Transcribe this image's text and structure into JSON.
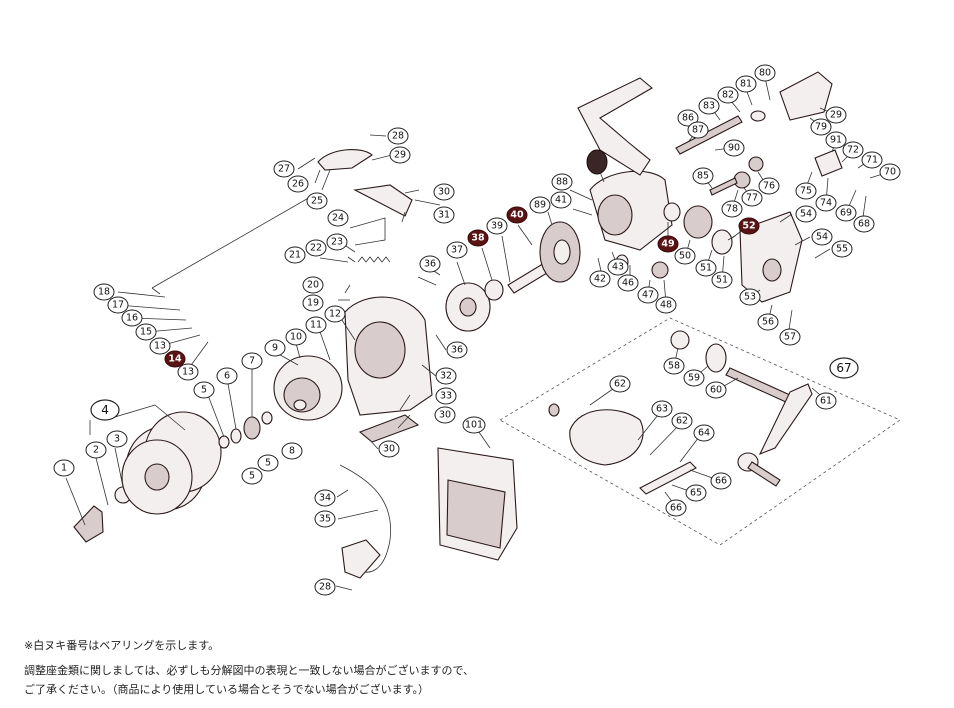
{
  "callouts": [
    {
      "id": "c1",
      "label": "1"
    },
    {
      "id": "c2",
      "label": "2"
    },
    {
      "id": "c3",
      "label": "3"
    },
    {
      "id": "c4",
      "label": "4"
    },
    {
      "id": "c5a",
      "label": "5"
    },
    {
      "id": "c5b",
      "label": "5"
    },
    {
      "id": "c5c",
      "label": "5"
    },
    {
      "id": "c6",
      "label": "6"
    },
    {
      "id": "c7",
      "label": "7"
    },
    {
      "id": "c8",
      "label": "8"
    },
    {
      "id": "c9",
      "label": "9"
    },
    {
      "id": "c10",
      "label": "10"
    },
    {
      "id": "c11",
      "label": "11"
    },
    {
      "id": "c12",
      "label": "12"
    },
    {
      "id": "c13a",
      "label": "13"
    },
    {
      "id": "c13b",
      "label": "13"
    },
    {
      "id": "c14",
      "label": "14"
    },
    {
      "id": "c15",
      "label": "15"
    },
    {
      "id": "c16",
      "label": "16"
    },
    {
      "id": "c17",
      "label": "17"
    },
    {
      "id": "c18",
      "label": "18"
    },
    {
      "id": "c19",
      "label": "19"
    },
    {
      "id": "c20",
      "label": "20"
    },
    {
      "id": "c21",
      "label": "21"
    },
    {
      "id": "c22",
      "label": "22"
    },
    {
      "id": "c23",
      "label": "23"
    },
    {
      "id": "c24",
      "label": "24"
    },
    {
      "id": "c25",
      "label": "25"
    },
    {
      "id": "c26",
      "label": "26"
    },
    {
      "id": "c27",
      "label": "27"
    },
    {
      "id": "c28a",
      "label": "28"
    },
    {
      "id": "c28b",
      "label": "28"
    },
    {
      "id": "c29a",
      "label": "29"
    },
    {
      "id": "c29b",
      "label": "29"
    },
    {
      "id": "c30a",
      "label": "30"
    },
    {
      "id": "c30b",
      "label": "30"
    },
    {
      "id": "c30c",
      "label": "30"
    },
    {
      "id": "c31",
      "label": "31"
    },
    {
      "id": "c32",
      "label": "32"
    },
    {
      "id": "c33",
      "label": "33"
    },
    {
      "id": "c34",
      "label": "34"
    },
    {
      "id": "c35",
      "label": "35"
    },
    {
      "id": "c36a",
      "label": "36"
    },
    {
      "id": "c36b",
      "label": "36"
    },
    {
      "id": "c37",
      "label": "37"
    },
    {
      "id": "c38",
      "label": "38"
    },
    {
      "id": "c39",
      "label": "39"
    },
    {
      "id": "c40",
      "label": "40"
    },
    {
      "id": "c41",
      "label": "41"
    },
    {
      "id": "c42",
      "label": "42"
    },
    {
      "id": "c43",
      "label": "43"
    },
    {
      "id": "c46",
      "label": "46"
    },
    {
      "id": "c47",
      "label": "47"
    },
    {
      "id": "c48",
      "label": "48"
    },
    {
      "id": "c49",
      "label": "49"
    },
    {
      "id": "c50",
      "label": "50"
    },
    {
      "id": "c51a",
      "label": "51"
    },
    {
      "id": "c51b",
      "label": "51"
    },
    {
      "id": "c52",
      "label": "52"
    },
    {
      "id": "c53",
      "label": "53"
    },
    {
      "id": "c54a",
      "label": "54"
    },
    {
      "id": "c54b",
      "label": "54"
    },
    {
      "id": "c55",
      "label": "55"
    },
    {
      "id": "c56",
      "label": "56"
    },
    {
      "id": "c57",
      "label": "57"
    },
    {
      "id": "c58",
      "label": "58"
    },
    {
      "id": "c59",
      "label": "59"
    },
    {
      "id": "c60",
      "label": "60"
    },
    {
      "id": "c61",
      "label": "61"
    },
    {
      "id": "c62a",
      "label": "62"
    },
    {
      "id": "c62b",
      "label": "62"
    },
    {
      "id": "c63",
      "label": "63"
    },
    {
      "id": "c64",
      "label": "64"
    },
    {
      "id": "c65",
      "label": "65"
    },
    {
      "id": "c66a",
      "label": "66"
    },
    {
      "id": "c66b",
      "label": "66"
    },
    {
      "id": "c67",
      "label": "67"
    },
    {
      "id": "c68",
      "label": "68"
    },
    {
      "id": "c69",
      "label": "69"
    },
    {
      "id": "c70",
      "label": "70"
    },
    {
      "id": "c71",
      "label": "71"
    },
    {
      "id": "c72",
      "label": "72"
    },
    {
      "id": "c74",
      "label": "74"
    },
    {
      "id": "c75",
      "label": "75"
    },
    {
      "id": "c76",
      "label": "76"
    },
    {
      "id": "c77",
      "label": "77"
    },
    {
      "id": "c78",
      "label": "78"
    },
    {
      "id": "c79",
      "label": "79"
    },
    {
      "id": "c80",
      "label": "80"
    },
    {
      "id": "c81",
      "label": "81"
    },
    {
      "id": "c82",
      "label": "82"
    },
    {
      "id": "c83",
      "label": "83"
    },
    {
      "id": "c85",
      "label": "85"
    },
    {
      "id": "c86",
      "label": "86"
    },
    {
      "id": "c87",
      "label": "87"
    },
    {
      "id": "c88",
      "label": "88"
    },
    {
      "id": "c89",
      "label": "89"
    },
    {
      "id": "c90",
      "label": "90"
    },
    {
      "id": "c91",
      "label": "91"
    },
    {
      "id": "c101",
      "label": "101"
    }
  ],
  "bearing_parts": [
    "14",
    "38",
    "40",
    "49",
    "52"
  ],
  "notes": {
    "bearing_note": "※白ヌキ番号はベアリングを示します。",
    "disclaimer_line1": "調整座金類に関しましては、必ずしも分解図中の表現と一致しない場合がございますので、",
    "disclaimer_line2": "ご了承ください。（商品により使用している場合とそうでない場合がございます。）"
  },
  "colors": {
    "bearing_fill": "#5a1414",
    "line": "#222222",
    "part_fill": "#f4efef"
  }
}
